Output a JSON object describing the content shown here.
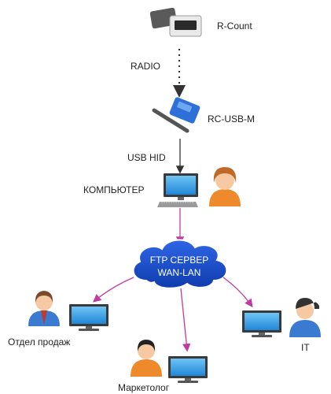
{
  "nodes": {
    "r_count": "R-Count",
    "rc_usb_m": "RC-USB-M",
    "computer": "КОМПЬЮТЕР",
    "sales": "Отдел продаж",
    "marketer": "Маркетолог",
    "it": "IT"
  },
  "links": {
    "radio": "RADIO",
    "usb_hid": "USB HID"
  },
  "cloud": {
    "line1": "FTP СЕРВЕР",
    "line2": "WAN-LAN"
  },
  "colors": {
    "link_magenta": "#c03aa0",
    "cloud_blue": "#1a4fd1",
    "device_blue": "#2e6fd8",
    "person_orange": "#ee8a2c",
    "person_blue": "#3b7ad1"
  }
}
